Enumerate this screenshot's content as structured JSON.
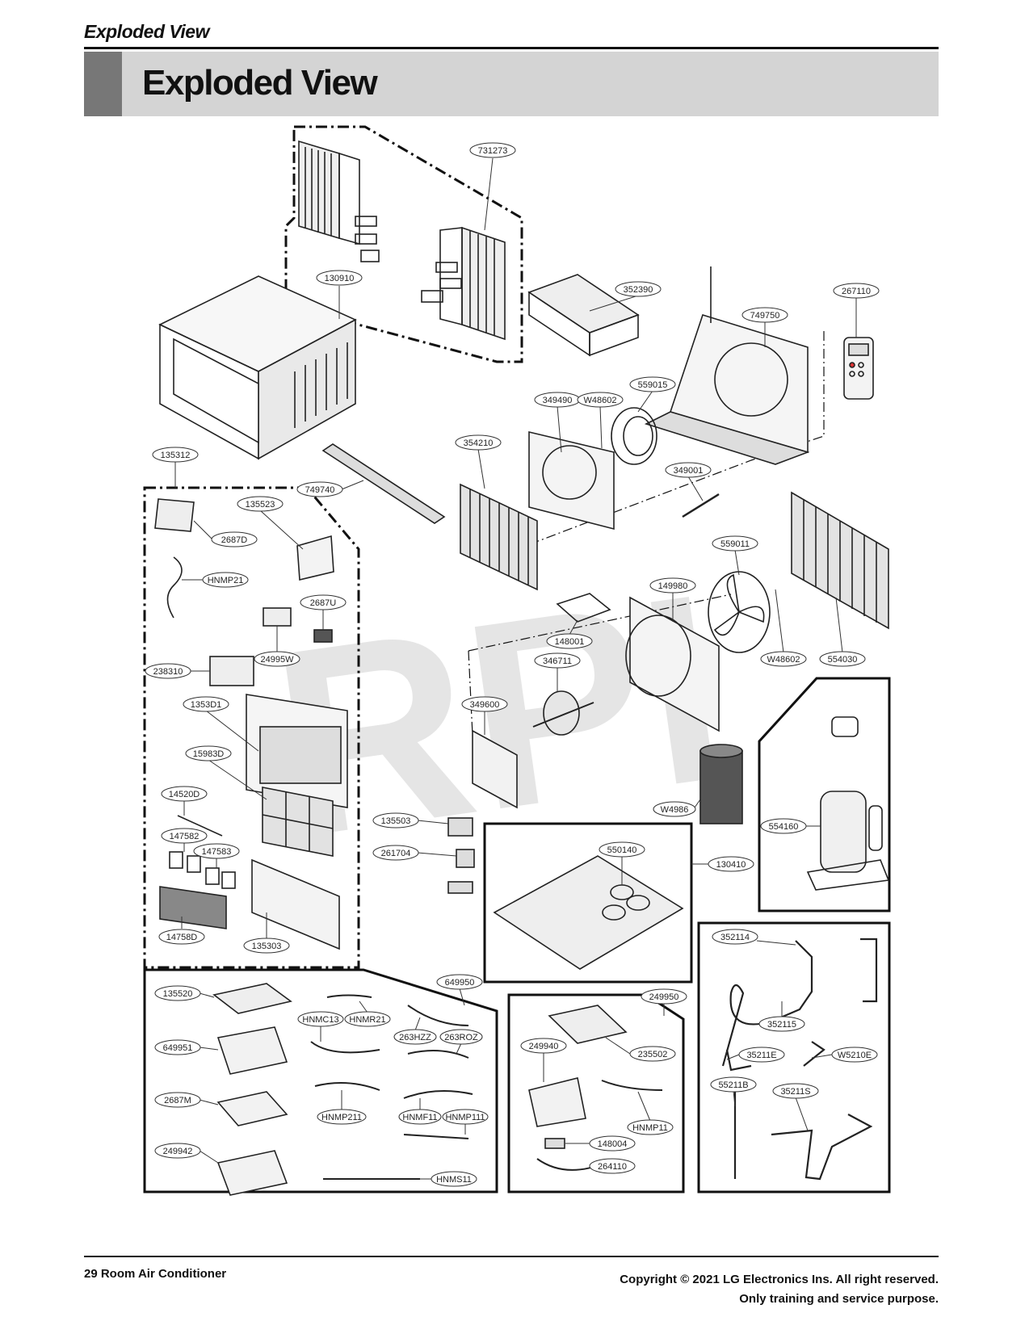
{
  "header": {
    "running_title": "Exploded View",
    "section_title": "Exploded View"
  },
  "watermark": "RPI",
  "callouts": [
    {
      "id": "c1",
      "label": "731273"
    },
    {
      "id": "c2",
      "label": "130910"
    },
    {
      "id": "c3",
      "label": "352390"
    },
    {
      "id": "c4",
      "label": "267110"
    },
    {
      "id": "c5",
      "label": "749750"
    },
    {
      "id": "c6",
      "label": "349490"
    },
    {
      "id": "c7",
      "label": "W48602"
    },
    {
      "id": "c8",
      "label": "559015"
    },
    {
      "id": "c9",
      "label": "354210"
    },
    {
      "id": "c10",
      "label": "349001"
    },
    {
      "id": "c11",
      "label": "135312"
    },
    {
      "id": "c12",
      "label": "749740"
    },
    {
      "id": "c13",
      "label": "135523"
    },
    {
      "id": "c14",
      "label": "2687D"
    },
    {
      "id": "c15",
      "label": "HNMP21"
    },
    {
      "id": "c16",
      "label": "2687U"
    },
    {
      "id": "c17",
      "label": "24995W"
    },
    {
      "id": "c18",
      "label": "238310"
    },
    {
      "id": "c19",
      "label": "1353D1"
    },
    {
      "id": "c20",
      "label": "15983D"
    },
    {
      "id": "c21",
      "label": "14520D"
    },
    {
      "id": "c22",
      "label": "147582"
    },
    {
      "id": "c23",
      "label": "147583"
    },
    {
      "id": "c24",
      "label": "14758D"
    },
    {
      "id": "c25",
      "label": "135303"
    },
    {
      "id": "c26",
      "label": "559011"
    },
    {
      "id": "c27",
      "label": "149980"
    },
    {
      "id": "c28",
      "label": "148001"
    },
    {
      "id": "c29",
      "label": "346711"
    },
    {
      "id": "c30",
      "label": "W48602"
    },
    {
      "id": "c31",
      "label": "554030"
    },
    {
      "id": "c32",
      "label": "349600"
    },
    {
      "id": "c33",
      "label": "W4986"
    },
    {
      "id": "c34",
      "label": "135503"
    },
    {
      "id": "c35",
      "label": "261704"
    },
    {
      "id": "c36",
      "label": "550140"
    },
    {
      "id": "c37",
      "label": "130410"
    },
    {
      "id": "c38",
      "label": "554160"
    },
    {
      "id": "c39",
      "label": "352114"
    },
    {
      "id": "c40",
      "label": "352115"
    },
    {
      "id": "c41",
      "label": "35211E"
    },
    {
      "id": "c42",
      "label": "W5210E"
    },
    {
      "id": "c43",
      "label": "55211B"
    },
    {
      "id": "c44",
      "label": "35211S"
    },
    {
      "id": "c45",
      "label": "135520"
    },
    {
      "id": "c46",
      "label": "HNMC13"
    },
    {
      "id": "c47",
      "label": "HNMR21"
    },
    {
      "id": "c48",
      "label": "649950"
    },
    {
      "id": "c49",
      "label": "263HZZ"
    },
    {
      "id": "c50",
      "label": "263ROZ"
    },
    {
      "id": "c51",
      "label": "649951"
    },
    {
      "id": "c52",
      "label": "2687M"
    },
    {
      "id": "c53",
      "label": "HNMP211"
    },
    {
      "id": "c54",
      "label": "HNMF11"
    },
    {
      "id": "c55",
      "label": "HNMP111"
    },
    {
      "id": "c56",
      "label": "249942"
    },
    {
      "id": "c57",
      "label": "HNMS11"
    },
    {
      "id": "c58",
      "label": "249950"
    },
    {
      "id": "c59",
      "label": "249940"
    },
    {
      "id": "c60",
      "label": "235502"
    },
    {
      "id": "c61",
      "label": "HNMP11"
    },
    {
      "id": "c62",
      "label": "148004"
    },
    {
      "id": "c63",
      "label": "264110"
    }
  ],
  "footer": {
    "page_label": "29 Room Air Conditioner",
    "copyright": "Copyright © 2021 LG Electronics Ins. All right reserved.",
    "notice": "Only training and service purpose."
  }
}
